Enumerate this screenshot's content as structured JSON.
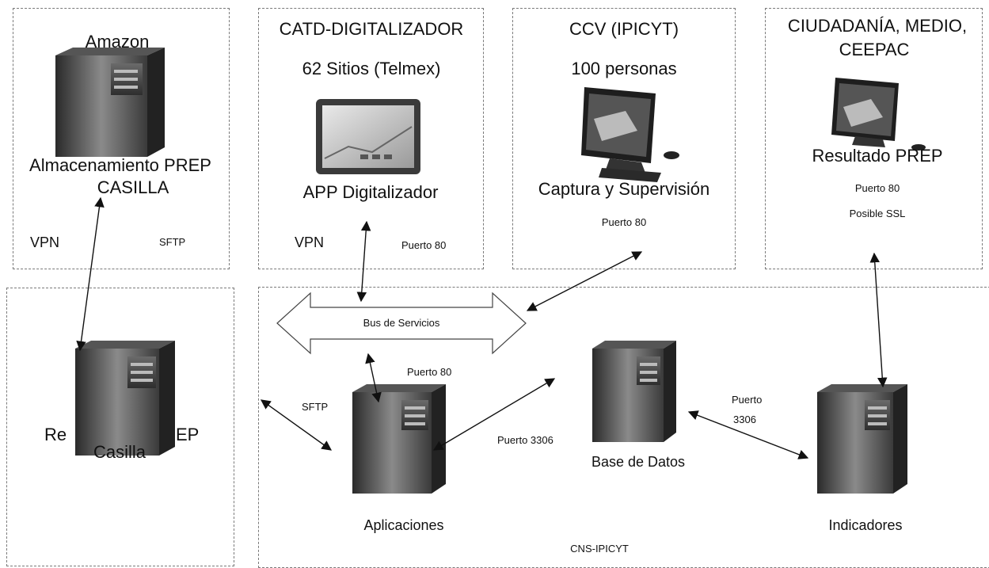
{
  "boxes": {
    "amazon": {
      "title": "Amazon",
      "label_line1": "Almacenamiento PREP",
      "label_line2": "CASILLA",
      "vpn": "VPN",
      "sftp": "SFTP"
    },
    "catd": {
      "title": "CATD-DIGITALIZADOR",
      "subtitle": "62 Sitios (Telmex)",
      "device_label": "APP Digitalizador",
      "vpn": "VPN",
      "port": "Puerto 80"
    },
    "ccv": {
      "title": "CCV (IPICYT)",
      "subtitle": "100 personas",
      "device_label": "Captura y Supervisión",
      "port": "Puerto 80"
    },
    "ciudadania": {
      "title_line1": "CIUDADANÍA, MEDIO,",
      "title_line2": "CEEPAC",
      "device_label": "Resultado PREP",
      "port": "Puerto 80",
      "ssl": "Posible SSL"
    },
    "replica": {
      "label_left": "Re",
      "label_right": "EP",
      "label_bottom": "Casilla"
    },
    "cns": {
      "title": "CNS-IPICYT",
      "bus": "Bus de Servicios",
      "port_bus": "Puerto 80",
      "sftp": "SFTP",
      "port_db": "Puerto 3306",
      "port_ind_line1": "Puerto",
      "port_ind_line2": "3306",
      "aplicaciones": "Aplicaciones",
      "base_datos": "Base de Datos",
      "indicadores": "Indicadores"
    }
  }
}
